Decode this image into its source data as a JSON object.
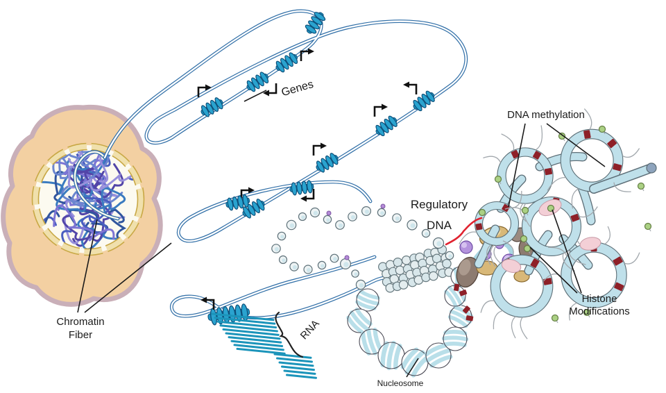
{
  "figure": {
    "labels": {
      "genes": "Genes",
      "chromatin_fiber": [
        "Chromatin",
        "Fiber"
      ],
      "regulatory_dna": [
        "Regulatory",
        "DNA"
      ],
      "dna_methylation": "DNA methylation",
      "histone_modifications": [
        "Histone",
        "Modifications"
      ],
      "rna": "RNA",
      "nucleosome": "Nucleosome"
    },
    "colors": {
      "dna_strand": "#2e6da6",
      "gene_coil": "#1e96c4",
      "regulatory_text": "#e02330",
      "methylation_mark": "#8e2028",
      "histone_modification_dot": "#abd184",
      "chromatin_ribbon": "#bfe0ea",
      "nucleus_fill": "#f3d0a2",
      "nucleus_border": "#c9afb8",
      "nuclear_envelope": "#f0e0ac",
      "rna_transcript": "#1b94ba",
      "transcription_factor_tan": "#d8b878",
      "transcription_factor_purple": "#b493dd",
      "transcription_factor_gray": "#8d7b70"
    }
  }
}
